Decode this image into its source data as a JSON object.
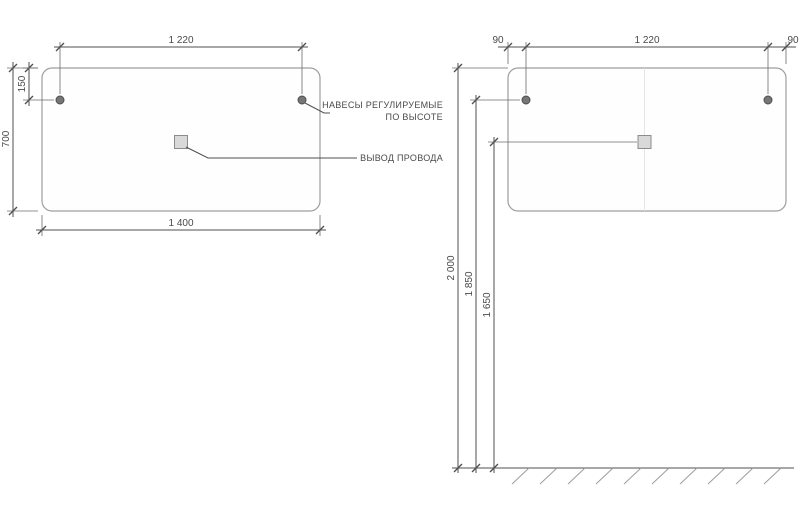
{
  "title": "mirror-mounting-dimension-drawing",
  "colors": {
    "background": "#ffffff",
    "line": "#4f4f4f",
    "panel_stroke": "#9e9e9e",
    "dot_fill": "#767676",
    "dot_stroke": "#4f4f4f",
    "square_fill": "#d9d9d9",
    "square_stroke": "#8c8c8c",
    "text": "#4a4a4a"
  },
  "front_view": {
    "dim_hanger_spacing": "1 220",
    "dim_hanger_top_offset": "150",
    "dim_height": "700",
    "dim_width": "1 400",
    "label_hangers_line1": "НАВЕСЫ РЕГУЛИРУЕМЫЕ",
    "label_hangers_line2": "ПО ВЫСОТЕ",
    "label_wire_outlet": "ВЫВОД ПРОВОДА"
  },
  "installation_view": {
    "dim_left_margin": "90",
    "dim_hanger_spacing": "1 220",
    "dim_right_margin": "90",
    "dim_floor_to_top": "2 000",
    "dim_floor_to_hangers": "1 850",
    "dim_floor_to_outlet": "1 650"
  }
}
